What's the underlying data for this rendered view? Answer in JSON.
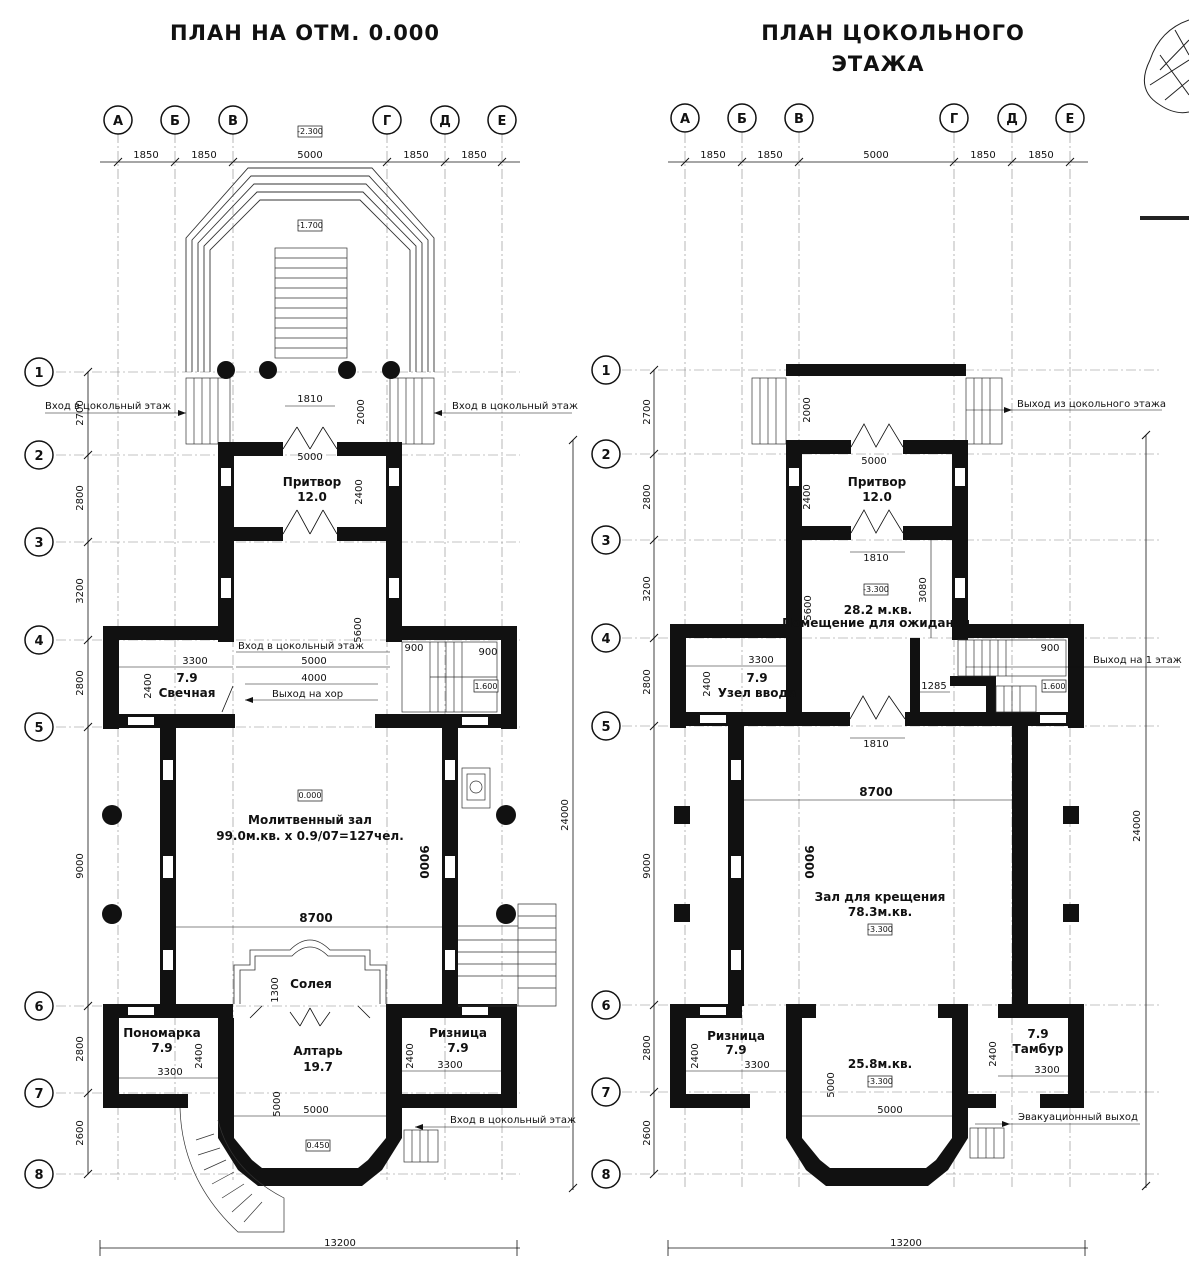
{
  "titles": {
    "left": "ПЛАН НА ОТМ. 0.000",
    "right_line1": "ПЛАН ЦОКОЛЬНОГО",
    "right_line2": "ЭТАЖА"
  },
  "axes": {
    "letters": [
      "А",
      "Б",
      "В",
      "Г",
      "Д",
      "Е"
    ],
    "numbers": [
      "1",
      "2",
      "3",
      "4",
      "5",
      "6",
      "7",
      "8"
    ]
  },
  "dims_top": [
    "1850",
    "1850",
    "5000",
    "1850",
    "1850"
  ],
  "dims_left": [
    "2700",
    "2800",
    "3200",
    "2800",
    "9000",
    "2800",
    "2600"
  ],
  "overall": {
    "width": "13200",
    "height": "24000"
  },
  "left": {
    "levels": {
      "porch_top": "-2.300",
      "porch_mid": "-1.700",
      "hall": "0.000",
      "altar": "0.450",
      "stair": "1.600"
    },
    "notes": {
      "entry_left": "Вход в цокольный этаж",
      "entry_right": "Вход в цокольный этаж",
      "entry_inner": "Вход в цокольный этаж",
      "choir": "Выход на хор",
      "entry_bottom": "Вход в цокольный этаж"
    },
    "rooms": {
      "pritvor": "Притвор",
      "pritvor_area": "12.0",
      "svechnaya": "Свечная",
      "svechnaya_area": "7.9",
      "hall_line1": "Молитвенный зал",
      "hall_line2": "99.0м.кв. х 0.9/07=127чел.",
      "soleya": "Солея",
      "altar": "Алтарь",
      "altar_area": "19.7",
      "ponomarka": "Пономарка",
      "ponomarka_area": "7.9",
      "riznitsa": "Ризница",
      "riznitsa_area": "7.9"
    },
    "dims": {
      "door_1810": "1810",
      "d_2000": "2000",
      "d_5000a": "5000",
      "d_2400a": "2400",
      "d_5600": "5600",
      "d_900a": "900",
      "d_900b": "900",
      "d_3300a": "3300",
      "d_5000b": "5000",
      "d_4000": "4000",
      "d_2400b": "2400",
      "d_9000": "9000",
      "d_8700": "8700",
      "d_1300": "1300",
      "d_3300b": "3300",
      "d_2400c": "2400",
      "d_2400d": "2400",
      "d_3300c": "3300",
      "d_5000c": "5000",
      "d_5000d": "5000"
    }
  },
  "right": {
    "levels": {
      "waiting": "-3.300",
      "stair": "1.600",
      "baptism": "-3.300",
      "apse": "-3.300"
    },
    "notes": {
      "exit_basement": "Выход из цокольного этажа",
      "exit_first": "Выход на 1 этаж",
      "evac": "Эвакуационный выход"
    },
    "rooms": {
      "pritvor": "Притвор",
      "pritvor_area": "12.0",
      "waiting_area": "28.2 м.кв.",
      "waiting": "Помещение для ожидания",
      "uzel": "Узел ввода",
      "uzel_area": "7.9",
      "baptism": "Зал для крещения",
      "baptism_area": "78.3м.кв.",
      "riznitsa": "Ризница",
      "riznitsa_area": "7.9",
      "tambur": "Тамбур",
      "tambur_area": "7.9",
      "apse_area": "25.8м.кв."
    },
    "dims": {
      "d_2000": "2000",
      "d_5000a": "5000",
      "d_2400a": "2400",
      "d_1810a": "1810",
      "d_5600": "5600",
      "d_3080": "3080",
      "d_3300a": "3300",
      "d_2400b": "2400",
      "d_900": "900",
      "d_1285": "1285",
      "d_1810b": "1810",
      "d_8700": "8700",
      "d_9000": "9000",
      "d_2400c": "2400",
      "d_3300b": "3300",
      "d_5000b": "5000",
      "d_5000c": "5000",
      "d_2400d": "2400",
      "d_3300c": "3300"
    }
  }
}
